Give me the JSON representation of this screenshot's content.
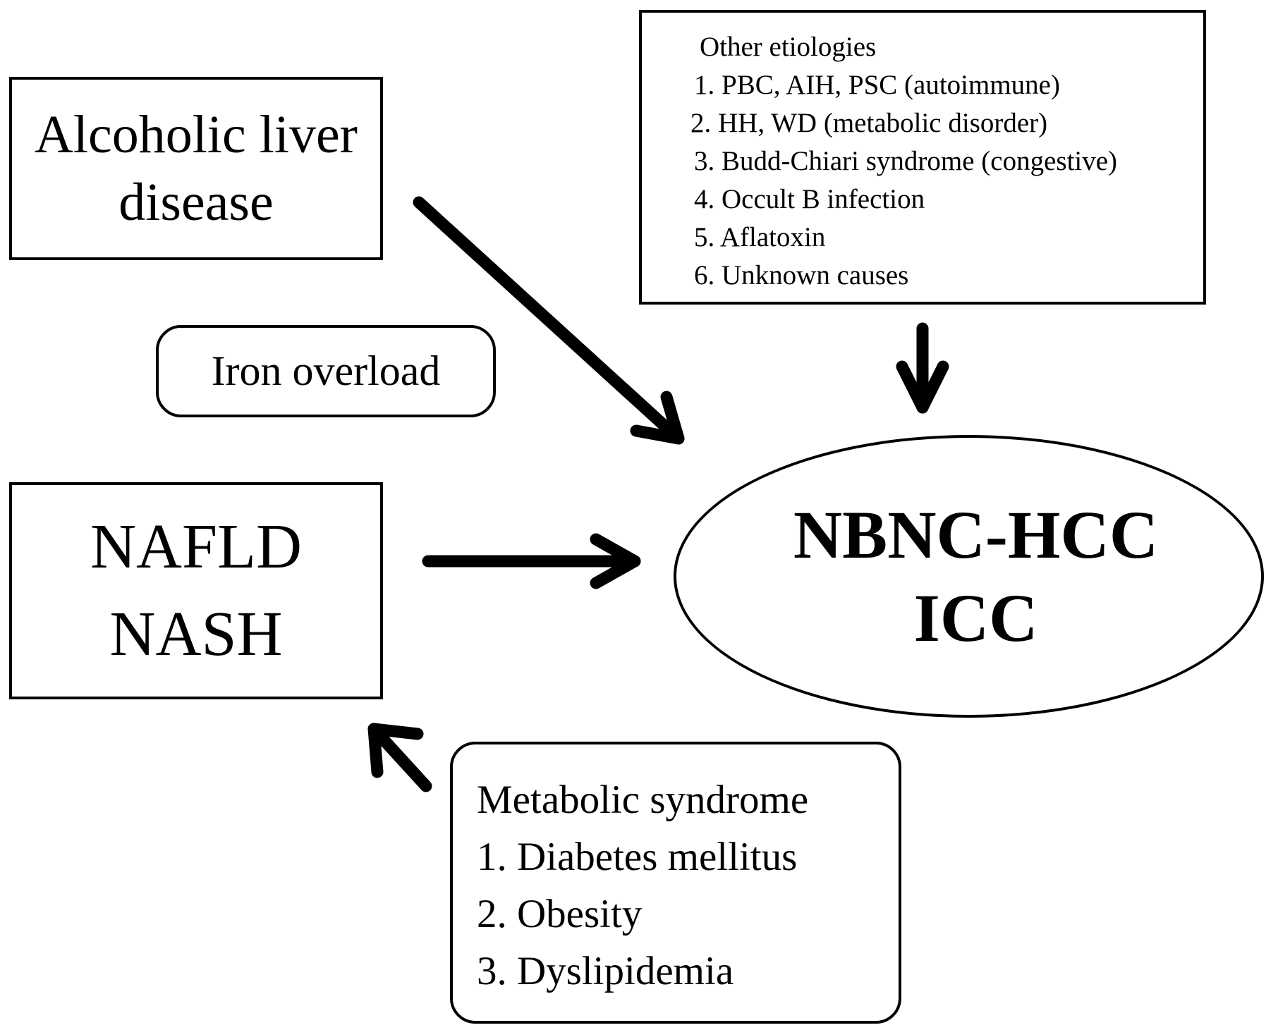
{
  "diagram": {
    "alcoholic": {
      "line1": "Alcoholic liver",
      "line2": "disease"
    },
    "iron": {
      "label": "Iron overload"
    },
    "nafld": {
      "line1": "NAFLD",
      "line2": "NASH"
    },
    "other": {
      "title": "Other etiologies",
      "items": [
        "1. PBC, AIH, PSC (autoimmune)",
        "2. HH, WD (metabolic disorder)",
        "3. Budd-Chiari syndrome (congestive)",
        "4. Occult B infection",
        "5. Aflatoxin",
        "6. Unknown causes"
      ]
    },
    "hcc": {
      "line1": "NBNC-HCC",
      "line2": "ICC"
    },
    "metabolic": {
      "title": "Metabolic syndrome",
      "items": [
        "1. Diabetes mellitus",
        "2. Obesity",
        "3. Dyslipidemia"
      ]
    }
  }
}
